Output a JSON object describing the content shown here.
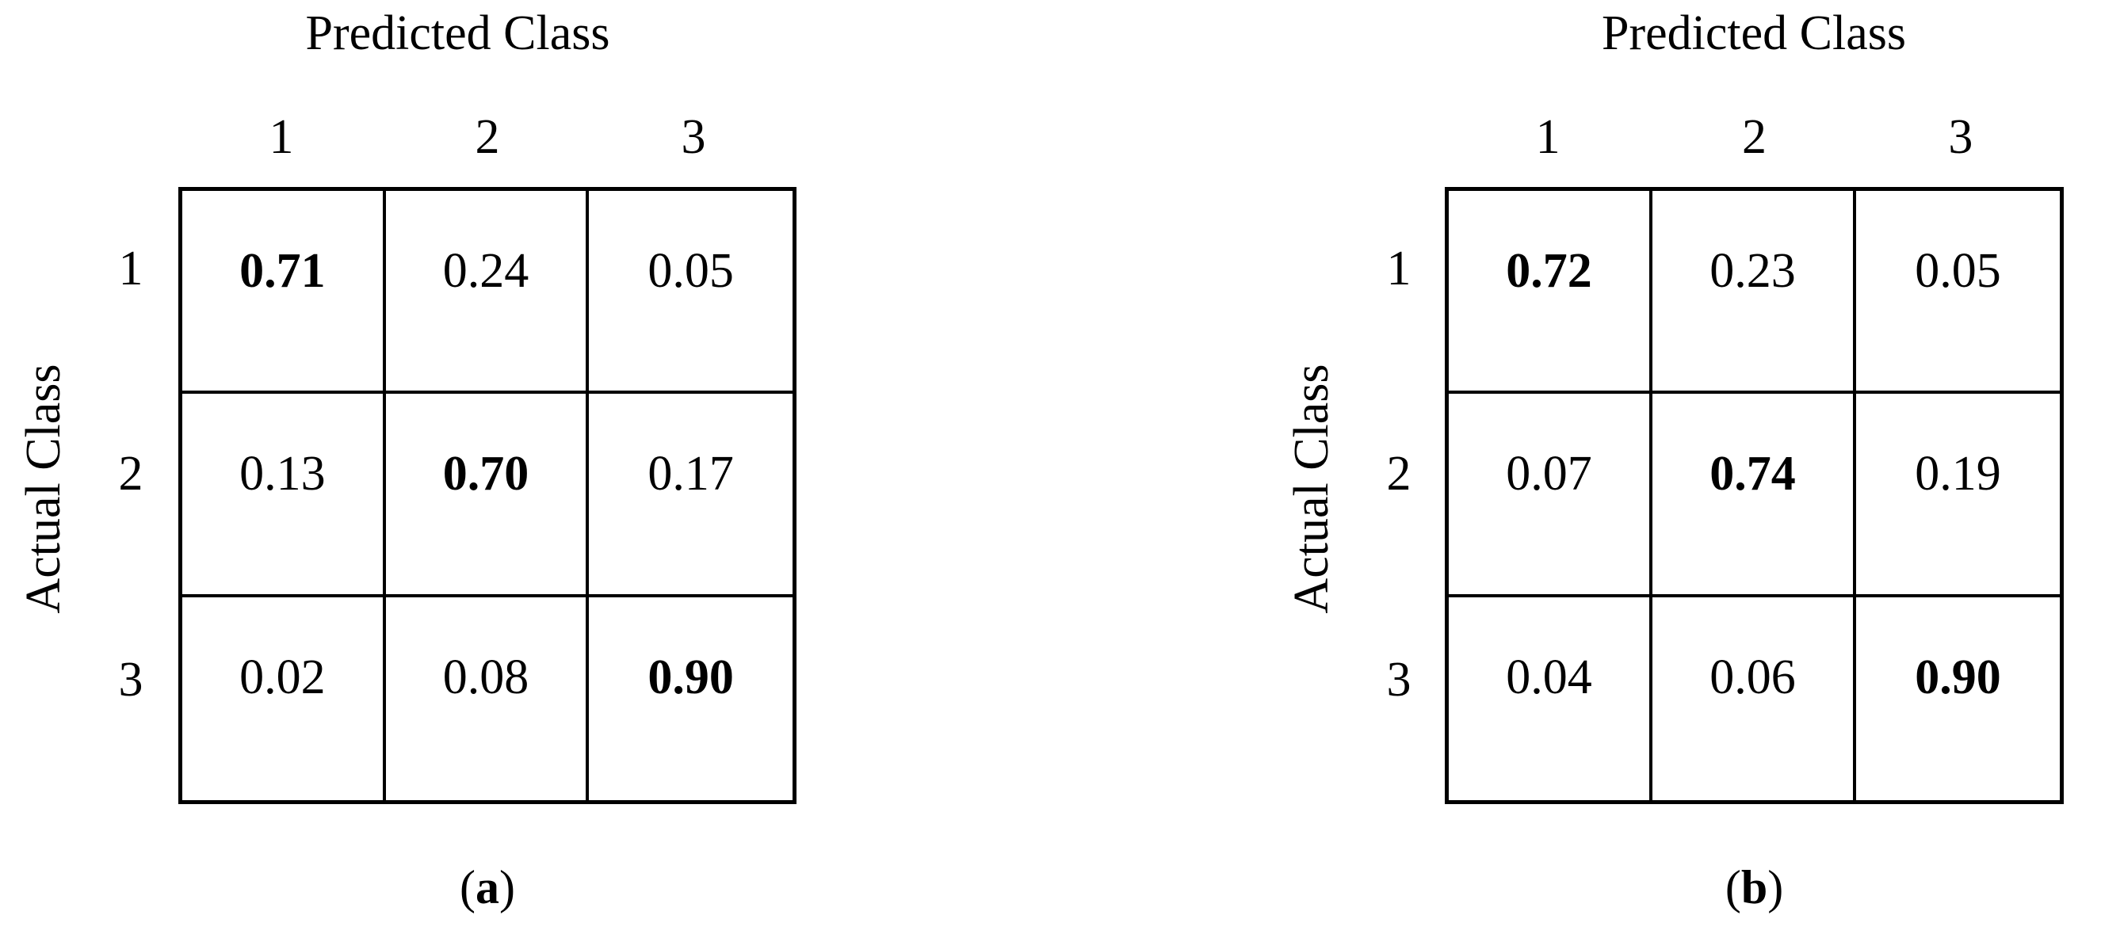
{
  "figure": {
    "type": "confusion-matrix-pair",
    "background_color": "#ffffff",
    "text_color": "#000000",
    "line_color": "#000000"
  },
  "chart_data": {
    "type": "table",
    "title": "",
    "panels": [
      {
        "caption_open": "(",
        "caption_letter": "a",
        "caption_close": ")",
        "caption": "(a)",
        "xlabel": "Predicted Class",
        "ylabel": "Actual Class",
        "col_headers": [
          "1",
          "2",
          "3"
        ],
        "row_headers": [
          "1",
          "2",
          "3"
        ],
        "values": [
          [
            "0.71",
            "0.24",
            "0.05"
          ],
          [
            "0.13",
            "0.70",
            "0.17"
          ],
          [
            "0.02",
            "0.08",
            "0.90"
          ]
        ],
        "numeric_values": [
          [
            0.71,
            0.24,
            0.05
          ],
          [
            0.13,
            0.7,
            0.17
          ],
          [
            0.02,
            0.08,
            0.9
          ]
        ],
        "bold_cells": [
          [
            0,
            0
          ],
          [
            1,
            1
          ],
          [
            2,
            2
          ]
        ]
      },
      {
        "caption_open": "(",
        "caption_letter": "b",
        "caption_close": ")",
        "caption": "(b)",
        "xlabel": "Predicted Class",
        "ylabel": "Actual Class",
        "col_headers": [
          "1",
          "2",
          "3"
        ],
        "row_headers": [
          "1",
          "2",
          "3"
        ],
        "values": [
          [
            "0.72",
            "0.23",
            "0.05"
          ],
          [
            "0.07",
            "0.74",
            "0.19"
          ],
          [
            "0.04",
            "0.06",
            "0.90"
          ]
        ],
        "numeric_values": [
          [
            0.72,
            0.23,
            0.05
          ],
          [
            0.07,
            0.74,
            0.19
          ],
          [
            0.04,
            0.06,
            0.9
          ]
        ],
        "bold_cells": [
          [
            0,
            0
          ],
          [
            1,
            1
          ],
          [
            2,
            2
          ]
        ]
      }
    ]
  }
}
